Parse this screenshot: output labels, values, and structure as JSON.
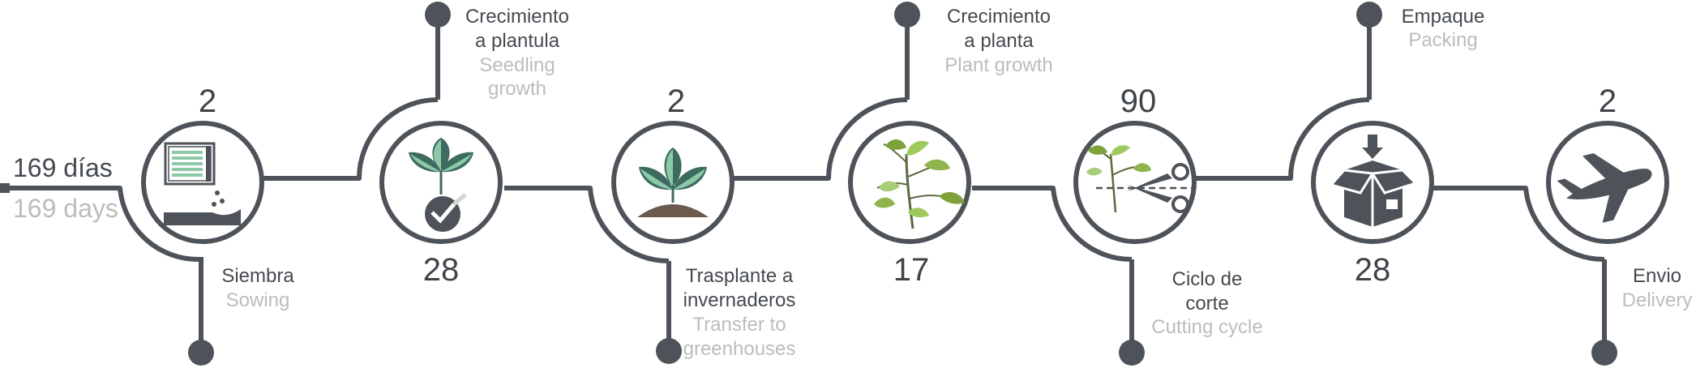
{
  "total": {
    "es": "169 días",
    "en": "169 days"
  },
  "stages": [
    {
      "es": [
        "Siembra"
      ],
      "en": [
        "Sowing"
      ],
      "days": "2",
      "icon": "seed-tray-icon"
    },
    {
      "es": [
        "Crecimiento",
        "a plantula"
      ],
      "en": [
        "Seedling",
        "growth"
      ],
      "days": "28",
      "icon": "seedling-check-icon"
    },
    {
      "es": [
        "Trasplante a",
        "invernaderos"
      ],
      "en": [
        "Transfer to",
        "greenhouses"
      ],
      "days": "2",
      "icon": "sprout-soil-icon"
    },
    {
      "es": [
        "Crecimiento",
        "a planta"
      ],
      "en": [
        "Plant growth"
      ],
      "days": "17",
      "icon": "plant-icon"
    },
    {
      "es": [
        "Ciclo de",
        "corte"
      ],
      "en": [
        "Cutting cycle"
      ],
      "days": "90",
      "icon": "scissors-plant-icon"
    },
    {
      "es": [
        "Empaque"
      ],
      "en": [
        "Packing"
      ],
      "days": "28",
      "icon": "box-icon"
    },
    {
      "es": [
        "Envio"
      ],
      "en": [
        "Delivery"
      ],
      "days": "2",
      "icon": "airplane-icon"
    }
  ],
  "colors": {
    "line": "#4d5359",
    "text": "#454a50",
    "english": "#bcbcbc",
    "leaf_dark": "#3d6b60",
    "leaf_light": "#8cc9a8",
    "soil": "#6b5a4e",
    "plant_green": "#7da23a"
  }
}
